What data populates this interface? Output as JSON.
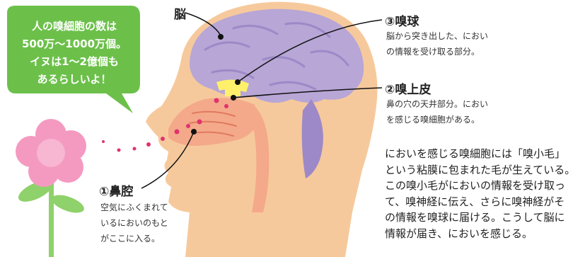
{
  "bubble": {
    "lines": [
      "人の嗅細胞の数は",
      "500万〜1000万個。",
      "イヌは1〜2億個も",
      "あるらしいよ！"
    ]
  },
  "labels": {
    "brain": "脳",
    "olfactory_bulb": {
      "title": "③嗅球",
      "desc": [
        "脳から突き出した、におい",
        "の情報を受け取る部分。"
      ]
    },
    "olfactory_epithelium": {
      "title": "②嗅上皮",
      "desc": [
        "鼻の穴の天井部分。におい",
        "を感じる嗅細胞がある。"
      ]
    },
    "nasal_cavity": {
      "title": "①鼻腔",
      "desc": [
        "空気にふくまれて",
        "いるにおいのもと",
        "がここに入る。"
      ]
    }
  },
  "paragraph": [
    "においを感じる嗅細胞には「嗅小毛」",
    "という粘膜に包まれた毛が生えている。",
    "この嗅小毛がにおいの情報を受け取っ",
    "て、嗅神経に伝え、さらに嗅神経がそ",
    "の情報を嗅球に届ける。こうして脳に",
    "情報が届き、においを感じる。"
  ],
  "colors": {
    "bubble_green": "#6cc04a",
    "skin": "#f6c99c",
    "brain": "#b7a6d6",
    "bulb_yellow": "#fff06b",
    "nasal_cavity": "#f4a98a",
    "flower_pink": "#f49ac1",
    "stem_green": "#8fd16a"
  }
}
